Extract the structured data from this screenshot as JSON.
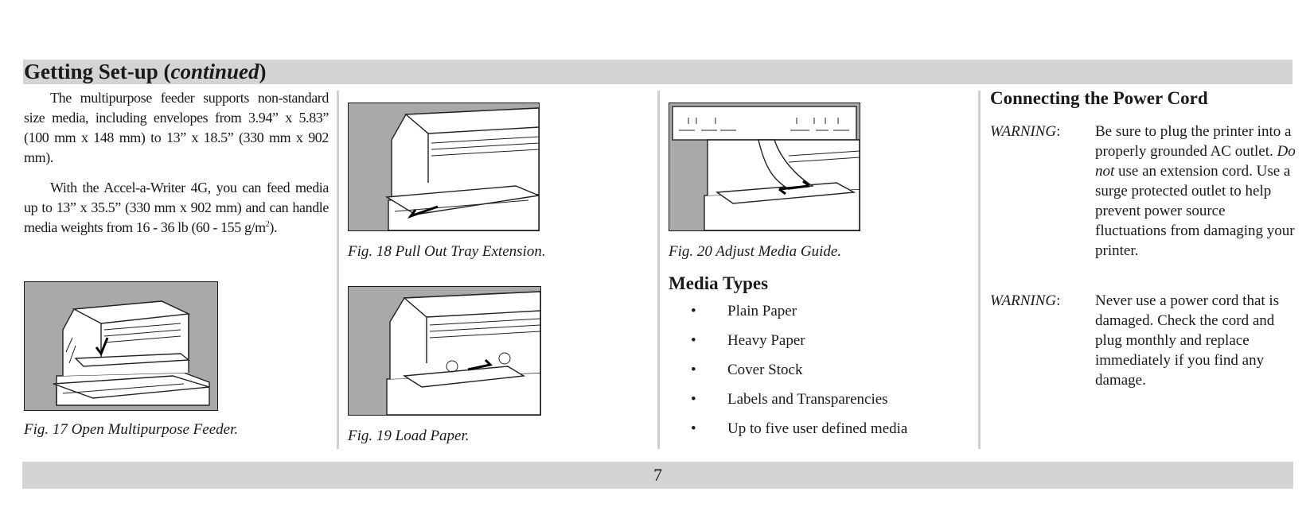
{
  "header": {
    "title": "Getting Set-up (",
    "title_italic": "continued",
    "title_end": ")"
  },
  "column1": {
    "para1": "The multipurpose feeder supports non-standard size media, including envelopes from 3.94” x 5.83” (100 mm x 148 mm) to 13” x 18.5” (330 mm x 902 mm).",
    "para2": "With the Accel-a-Writer 4G, you can feed media up to 13” x 35.5” (330 mm x 902 mm) and can handle media weights from 16 - 36 lb (60 - 155 g/m",
    "para2_sup": "2",
    "para2_end": ").",
    "fig17_caption": "Fig. 17  Open Multipurpose Feeder."
  },
  "column2": {
    "fig18_caption": "Fig. 18   Pull Out Tray Extension.",
    "fig19_caption": "Fig. 19  Load Paper."
  },
  "column3": {
    "fig20_caption": "Fig. 20  Adjust Media Guide.",
    "media_heading": "Media Types",
    "bullet_glyph": "•",
    "media_types": [
      "Plain Paper",
      "Heavy Paper",
      "Cover Stock",
      "Labels and Transparencies",
      "Up to five user defined media"
    ]
  },
  "column4": {
    "heading": "Connecting the Power Cord",
    "warnings": [
      {
        "label": "WARNING",
        "colon": ":",
        "text_before": "Be sure to plug the printer into a properly grounded AC outlet.  ",
        "text_italic": "Do not",
        "text_after": " use an extension cord.  Use a surge protected outlet to help prevent power source fluctuations from damaging your printer."
      },
      {
        "label": "WARNING",
        "colon": ":",
        "text_before": "Never use a power cord that is damaged. Check the cord and plug monthly and replace immediately if you find any damage.",
        "text_italic": "",
        "text_after": ""
      }
    ]
  },
  "footer": {
    "page_number": "7"
  },
  "colors": {
    "band": "#d4d4d4",
    "divider": "#cfcfcf",
    "figure_background": "#a9a9a9",
    "text": "#1a1a1a"
  }
}
